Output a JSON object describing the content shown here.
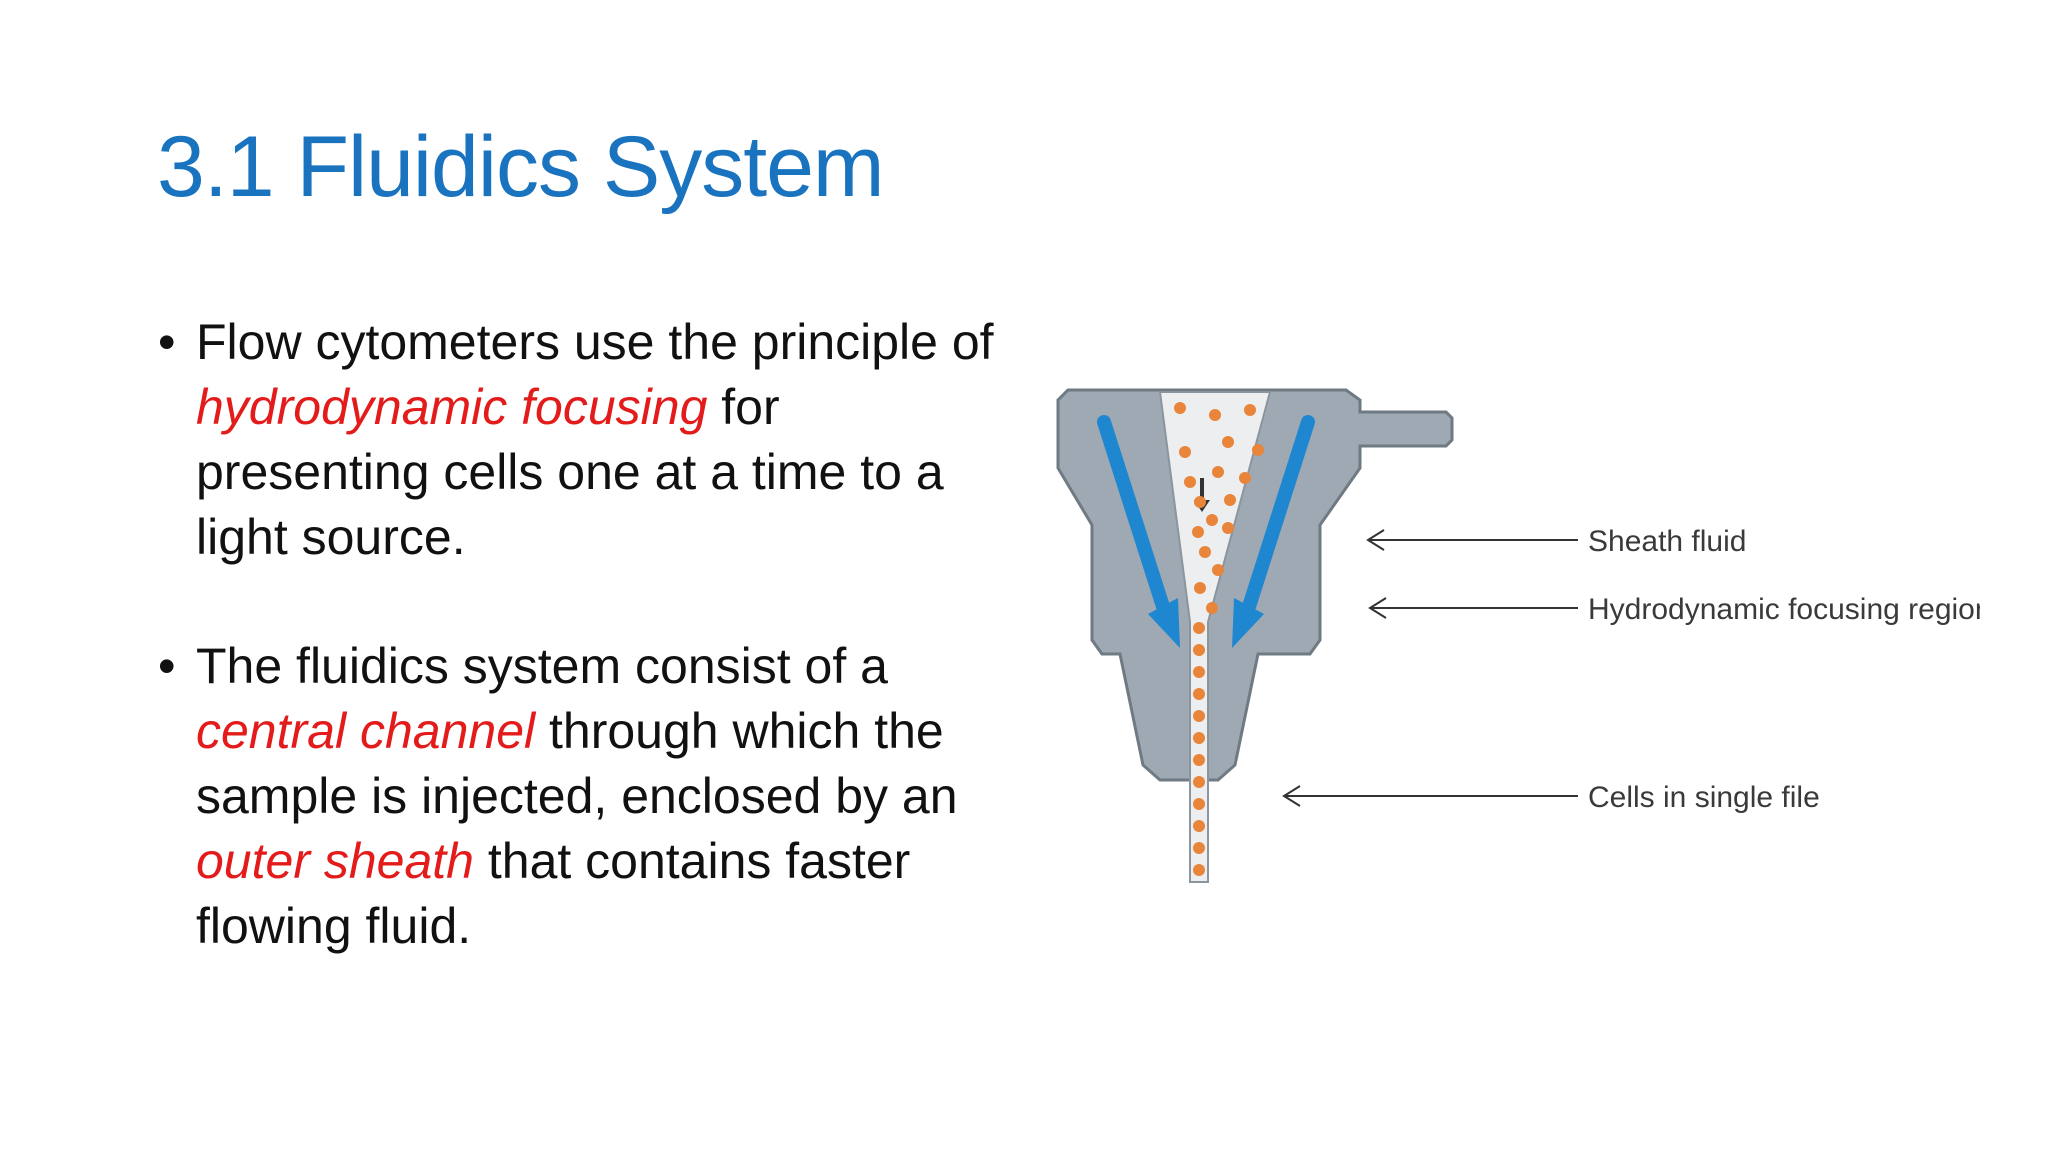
{
  "slide": {
    "title": "3.1 Fluidics System",
    "bullets": [
      {
        "segments": [
          {
            "text": "Flow cytometers use the principle of ",
            "emphasis": false
          },
          {
            "text": "hydrodynamic focusing",
            "emphasis": true
          },
          {
            "text": " for presenting cells one at a time to a light source.",
            "emphasis": false
          }
        ]
      },
      {
        "segments": [
          {
            "text": "The fluidics system consist of a ",
            "emphasis": false
          },
          {
            "text": "central channel",
            "emphasis": true
          },
          {
            "text": " through which the sample is injected, enclosed by an ",
            "emphasis": false
          },
          {
            "text": "outer sheath",
            "emphasis": true
          },
          {
            "text": " that contains faster flowing fluid.",
            "emphasis": false
          }
        ]
      }
    ],
    "bullet_symbol": "•"
  },
  "diagram": {
    "labels": {
      "sheath": "Sheath fluid",
      "focusing": "Hydrodynamic focusing region",
      "single_file": "Cells in single file"
    },
    "colors": {
      "title": "#1a73bf",
      "emphasis": "#e31b1b",
      "body": "#9aa7b1",
      "arrow": "#1f86d0",
      "cell": "#e8853a",
      "core": "#e9ebec"
    }
  }
}
